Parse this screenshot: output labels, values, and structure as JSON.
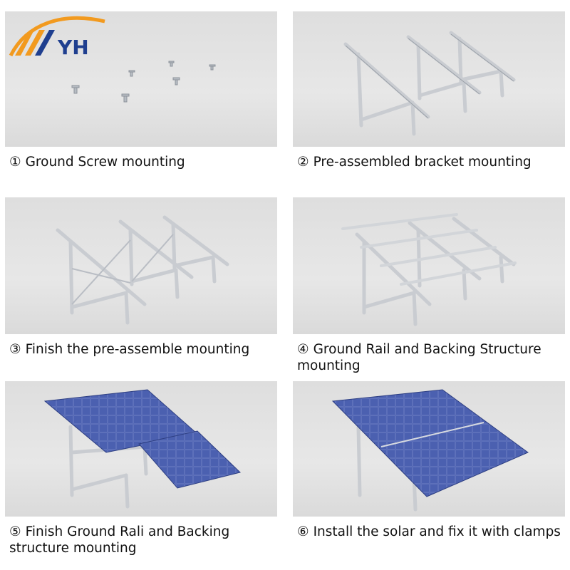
{
  "logo": {
    "text": "YH",
    "accent": "#f29a1f",
    "brand": "#1f3f8f"
  },
  "colors": {
    "metal": "#c9ccd1",
    "metal_dark": "#9aa0a8",
    "panel": "#3b4f9e",
    "panel_light": "#6e80c8"
  },
  "steps": [
    {
      "num": "①",
      "label": "Ground Screw mounting"
    },
    {
      "num": "②",
      "label": "Pre-assembled bracket mounting"
    },
    {
      "num": "③",
      "label": "Finish the pre-assemble mounting"
    },
    {
      "num": "④",
      "label": "Ground Rail and Backing Structure mounting"
    },
    {
      "num": "⑤",
      "label": "Finish Ground Rali and Backing structure mounting"
    },
    {
      "num": "⑥",
      "label": "Install the solar and fix it with clamps"
    }
  ]
}
